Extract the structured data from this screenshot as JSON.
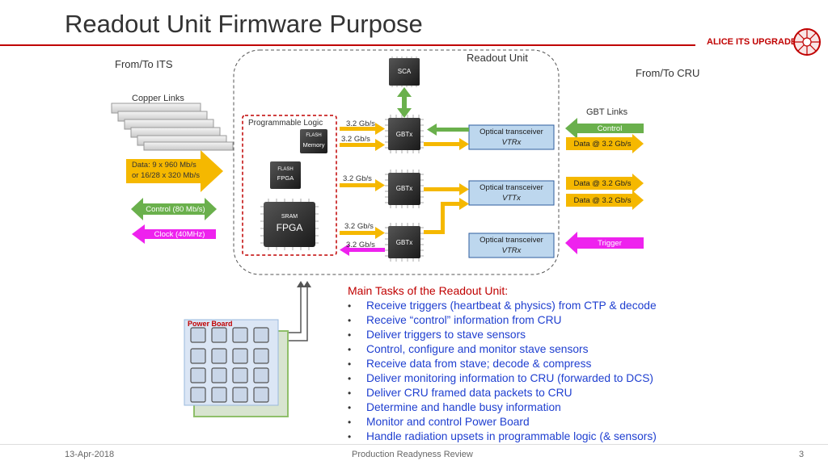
{
  "header": {
    "title": "Readout Unit Firmware Purpose",
    "brand": "ALICE ITS UPGRADE"
  },
  "diagram": {
    "from_its": "From/To ITS",
    "readout_unit": "Readout Unit",
    "from_cru": "From/To CRU",
    "copper_links": "Copper Links",
    "gbt_links": "GBT Links",
    "programmable_logic": "Programmable Logic",
    "chips": {
      "sca": "SCA",
      "gbtx": "GBTx",
      "flash_memory_top": "FLASH",
      "flash_memory_bottom": "Memory",
      "flash_fpga_top": "FLASH",
      "flash_fpga_bottom": "FPGA",
      "sram": "SRAM",
      "fpga": "FPGA"
    },
    "rates": {
      "r1": "3.2 Gb/s",
      "r2": "3.2 Gb/s",
      "r3": "3.2 Gb/s",
      "r4": "3.2 Gb/s",
      "r5": "3.2 Gb/s"
    },
    "data_line1": "Data: 9 x 960 Mb/s",
    "data_line2": "or 16/28 x 320 Mb/s",
    "control_its": "Control (80 Mb/s)",
    "clock": "Clock (40MHz)",
    "optical": [
      {
        "label": "Optical transceiver",
        "type": "VTRx"
      },
      {
        "label": "Optical transceiver",
        "type": "VTTx"
      },
      {
        "label": "Optical transceiver",
        "type": "VTRx"
      }
    ],
    "cru_control": "Control",
    "cru_data": [
      "Data @ 3.2 Gb/s",
      "Data @ 3.2 Gb/s",
      "Data @ 3.2 Gb/s"
    ],
    "trigger": "Trigger",
    "power_board": "Power Board"
  },
  "tasks": {
    "heading": "Main Tasks of the Readout Unit:",
    "items": [
      "Receive triggers (heartbeat & physics) from CTP & decode",
      "Receive “control” information from CRU",
      "Deliver triggers to stave sensors",
      "Control, configure and monitor stave sensors",
      "Receive data from stave; decode & compress",
      "Deliver monitoring information to CRU (forwarded to DCS)",
      "Deliver CRU framed data packets to CRU",
      "Determine and handle busy information",
      "Monitor and control Power Board",
      "Handle radiation upsets in programmable logic (& sensors)"
    ]
  },
  "footer": {
    "date": "13-Apr-2018",
    "center": "Production Readyness Review",
    "page": "3"
  },
  "colors": {
    "accent": "#c00000",
    "green": "#6ab04c",
    "yellow": "#f5b800",
    "magenta": "#ee22ee",
    "blue_text": "#1f3fd0",
    "optical_fill": "#bdd7ee"
  }
}
